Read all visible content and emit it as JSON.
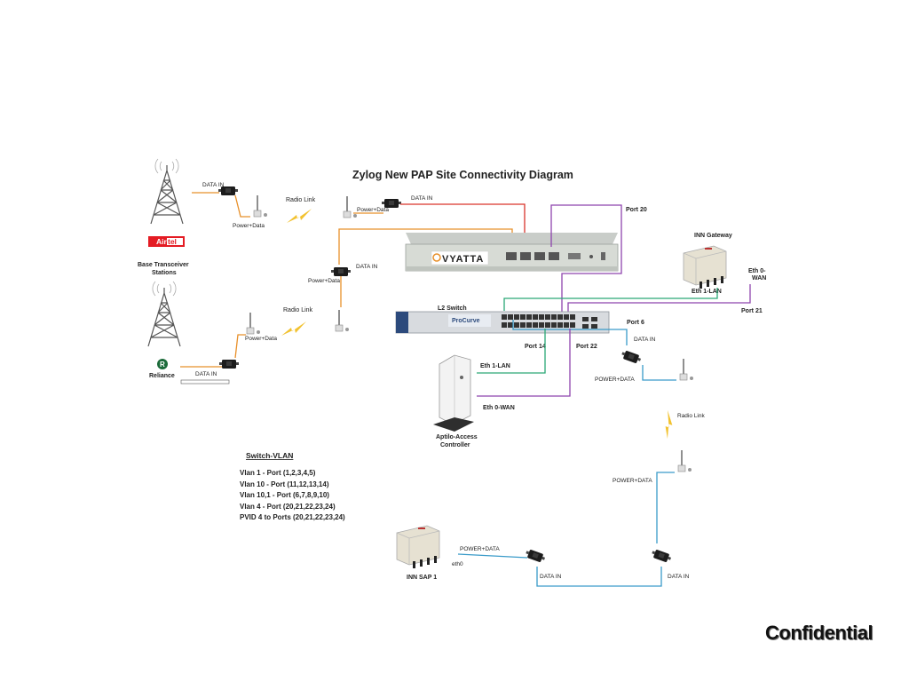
{
  "title": "Zylog New PAP Site Connectivity Diagram",
  "labels": {
    "data_in": "DATA IN",
    "power_data": "Power+Data",
    "power_data_caps": "POWER+DATA",
    "radio_link": "Radio Link",
    "bts": "Base Transceiver",
    "bts2": "Stations",
    "airtel": "Airtel",
    "airtel_a": "Air",
    "airtel_b": "tel",
    "reliance": "Reliance",
    "vyatta": "VYATTA",
    "l2_switch": "L2 Switch",
    "procurve": "ProCurve",
    "inn_gateway": "INN Gateway",
    "eth0_wan": "Eth 0-",
    "eth0_wan2": "WAN",
    "eth1_lan": "Eth 1-LAN",
    "eth0_wan_full": "Eth 0-WAN",
    "port20": "Port 20",
    "port21": "Port 21",
    "port6": "Port 6",
    "port14": "Port 14",
    "port22": "Port 22",
    "aptilo1": "Aptilo-Access",
    "aptilo2": "Controller",
    "inn_sap": "INN SAP 1",
    "eth0": "eth0"
  },
  "vlan": {
    "title": "Switch-VLAN",
    "lines": [
      "Vlan 1  - Port (1,2,3,4,5)",
      "Vlan 10 - Port (11,12,13,14)",
      "Vlan 10,1 - Port (6,7,8,9,10)",
      "Vlan 4 - Port (20,21,22,23,24)",
      "PVID 4 to Ports (20,21,22,23,24)"
    ]
  },
  "footer": "Confidential",
  "colors": {
    "orange": "#e8902a",
    "red": "#d9342b",
    "purple": "#8e44ad",
    "green": "#2aa876",
    "blue": "#3a9bc9",
    "lightning": "#f2c230"
  },
  "icons": [
    "tower-icon",
    "poe-injector-icon",
    "antenna-icon",
    "lightning-icon",
    "router-icon",
    "switch-icon",
    "gateway-box-icon",
    "server-icon"
  ]
}
